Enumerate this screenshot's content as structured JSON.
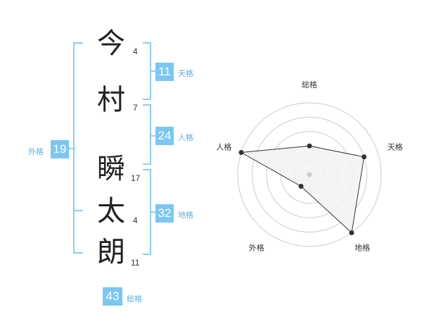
{
  "name": {
    "chars": [
      {
        "char": "今",
        "strokes": "4"
      },
      {
        "char": "村",
        "strokes": "7"
      },
      {
        "char": "瞬",
        "strokes": "17"
      },
      {
        "char": "太",
        "strokes": "4"
      },
      {
        "char": "朗",
        "strokes": "11"
      }
    ]
  },
  "kakusu": {
    "tenkaku": {
      "value": "11",
      "label": "天格"
    },
    "jinkaku": {
      "value": "24",
      "label": "人格"
    },
    "chikaku": {
      "value": "32",
      "label": "地格"
    },
    "gaikaku": {
      "value": "19",
      "label": "外格"
    },
    "soukaku": {
      "value": "43",
      "label": "総格"
    }
  },
  "chart_data": {
    "type": "radar",
    "axes": [
      "総格",
      "天格",
      "地格",
      "外格",
      "人格"
    ],
    "values": [
      2,
      4,
      5,
      1,
      5
    ],
    "max": 5,
    "rings": 5,
    "colors": {
      "fill": "#f2f2f2",
      "stroke": "#333333",
      "rings": "#cccccc"
    }
  }
}
